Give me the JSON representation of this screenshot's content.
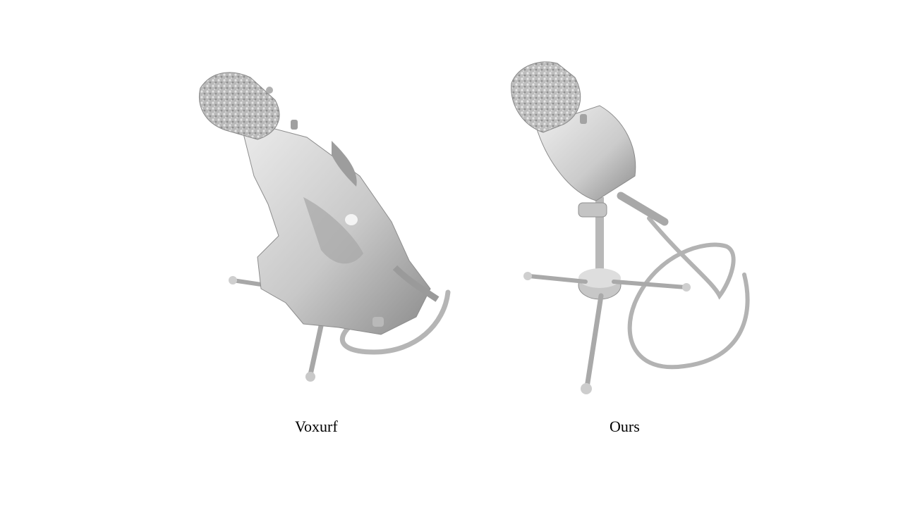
{
  "figure": {
    "panels": [
      {
        "caption": "Voxurf",
        "content": "microphone-mesh-noisy"
      },
      {
        "caption": "Ours",
        "content": "microphone-mesh-clean"
      }
    ],
    "colors": {
      "background": "#ffffff",
      "mesh_light": "#e6e6e6",
      "mesh_mid": "#bdbdbd",
      "mesh_dark": "#7a7a7a",
      "caption_text": "#000000"
    }
  }
}
